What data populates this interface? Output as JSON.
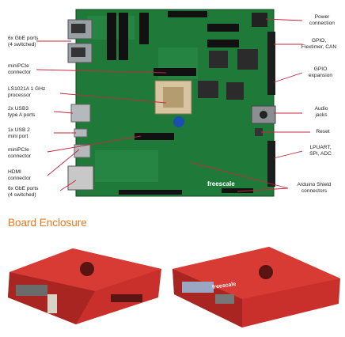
{
  "annotations_left": [
    {
      "id": "gbe_top",
      "lines": [
        "6x GbE ports",
        "(4 switched)"
      ]
    },
    {
      "id": "minipcie_top",
      "lines": [
        "miniPCIe",
        "connector"
      ]
    },
    {
      "id": "processor",
      "lines": [
        "LS1021A 1 GHz",
        "processor"
      ]
    },
    {
      "id": "usb3",
      "lines": [
        "2x USB3",
        "type A ports"
      ]
    },
    {
      "id": "usb2",
      "lines": [
        "1x USB 2",
        "mini port"
      ]
    },
    {
      "id": "minipcie_bottom",
      "lines": [
        "miniPCIe",
        "connector"
      ]
    },
    {
      "id": "hdmi",
      "lines": [
        "HDMI",
        "connector"
      ]
    },
    {
      "id": "gbe_bottom",
      "lines": [
        "6x GbE ports",
        "(4 switched)"
      ]
    }
  ],
  "annotations_right": [
    {
      "id": "power",
      "lines": [
        "Power",
        "connection"
      ]
    },
    {
      "id": "gpio",
      "lines": [
        "GPIO,",
        "Flextimer, CAN"
      ]
    },
    {
      "id": "gpio_exp",
      "lines": [
        "GPIO",
        "expansion"
      ]
    },
    {
      "id": "audio",
      "lines": [
        "Audio",
        "jacks"
      ]
    },
    {
      "id": "reset",
      "lines": [
        "Reset"
      ]
    },
    {
      "id": "lpuart",
      "lines": [
        "LPUART,",
        "SPI, ADC"
      ]
    },
    {
      "id": "arduino",
      "lines": [
        "Arduino Shield",
        "connectors"
      ]
    }
  ],
  "board_logo": "freescale",
  "section_heading": "Board Enclosure",
  "enclosure_logo": "freescale",
  "colors": {
    "pcb": "#1f7a3a",
    "enclosure": "#c9302c",
    "heading": "#e8761a",
    "leader": "#c6283e"
  }
}
